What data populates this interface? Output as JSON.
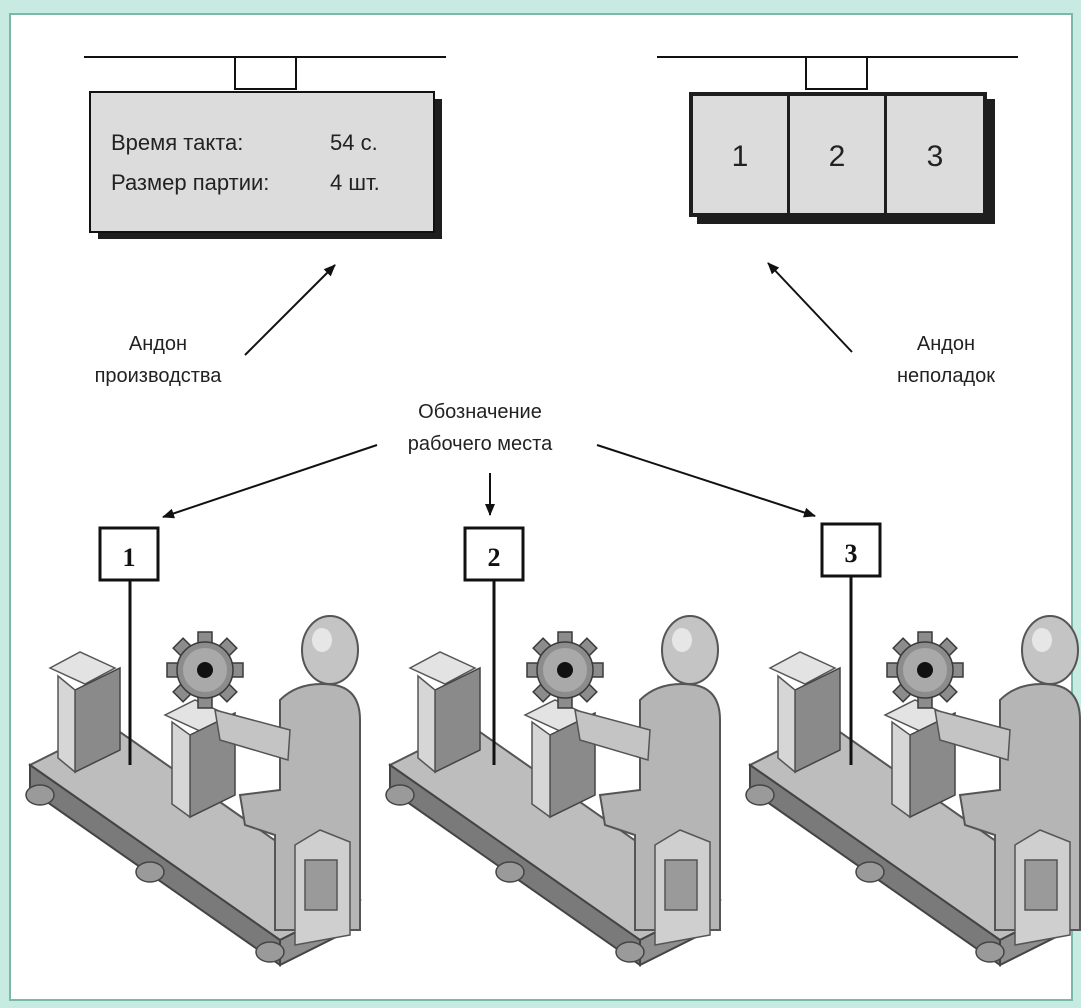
{
  "colors": {
    "outer_background": "#c7ebe1",
    "panel_background": "#ffffff",
    "board_fill": "#dcdcdc",
    "board_shadow": "#1e1e1e",
    "figure_light": "#d9d9d9",
    "figure_mid": "#a6a6a6",
    "figure_dark": "#6f6f6f"
  },
  "production_andon": {
    "takt_label": "Время такта:",
    "takt_value": "54 с.",
    "batch_label": "Размер партии:",
    "batch_value": "4 шт.",
    "caption_line1": "Андон",
    "caption_line2": "производства"
  },
  "problem_andon": {
    "cells": [
      "1",
      "2",
      "3"
    ],
    "caption_line1": "Андон",
    "caption_line2": "неполадок"
  },
  "workplace_marker": {
    "caption_line1": "Обозначение",
    "caption_line2": "рабочего места"
  },
  "stations": [
    {
      "number": "1"
    },
    {
      "number": "2"
    },
    {
      "number": "3"
    }
  ]
}
